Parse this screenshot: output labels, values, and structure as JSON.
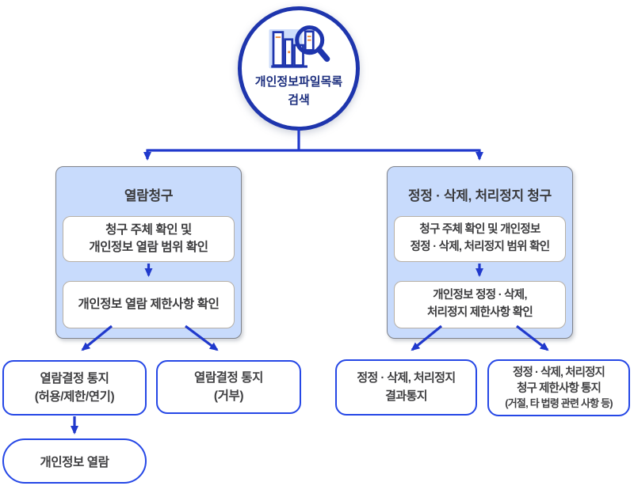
{
  "diagram_title": "개인정보파일목록 검색 처리 흐름도",
  "colors": {
    "circle_border_navy": "#1e35ad",
    "arrow_blue": "#2039cc",
    "outcome_border_blue": "#2547e6",
    "panel_fill_light_blue": "#c8dbfc",
    "panel_border_gray": "#7f828a",
    "inner_box_border": "#b6afa5",
    "text_dark": "#3b3b3d",
    "circle_text_navy": "#1c2e7e",
    "icon_accent_orange": "#ef8b3a"
  },
  "root_node": {
    "icon": "file-search-icon",
    "label_line1": "개인정보파일목록",
    "label_line2": "검색"
  },
  "left_panel": {
    "title": "열람청구",
    "step1_line1": "청구 주체 확인 및",
    "step1_line2": "개인정보 열람 범위 확인",
    "step2_line1": "개인정보 열람 제한사항 확인"
  },
  "right_panel": {
    "title": "정정 · 삭제, 처리정지 청구",
    "step1_line1": "청구 주체 확인 및 개인정보",
    "step1_line2": "정정 · 삭제, 처리정지 범위 확인",
    "step2_line1": "개인정보 정정 · 삭제,",
    "step2_line2": "처리정지 제한사항 확인"
  },
  "outcomes": {
    "left1_line1": "열람결정 통지",
    "left1_line2": "(허용/제한/연기)",
    "left2_line1": "열람결정 통지",
    "left2_line2": "(거부)",
    "right1_line1": "정정 · 삭제, 처리정지",
    "right1_line2": "결과통지",
    "right2_line1": "정정 · 삭제, 처리정지",
    "right2_line2": "청구 제한사항 통지",
    "right2_line3": "(거절, 타 법령 관련 사항 등)",
    "final_pill": "개인정보 열람"
  }
}
